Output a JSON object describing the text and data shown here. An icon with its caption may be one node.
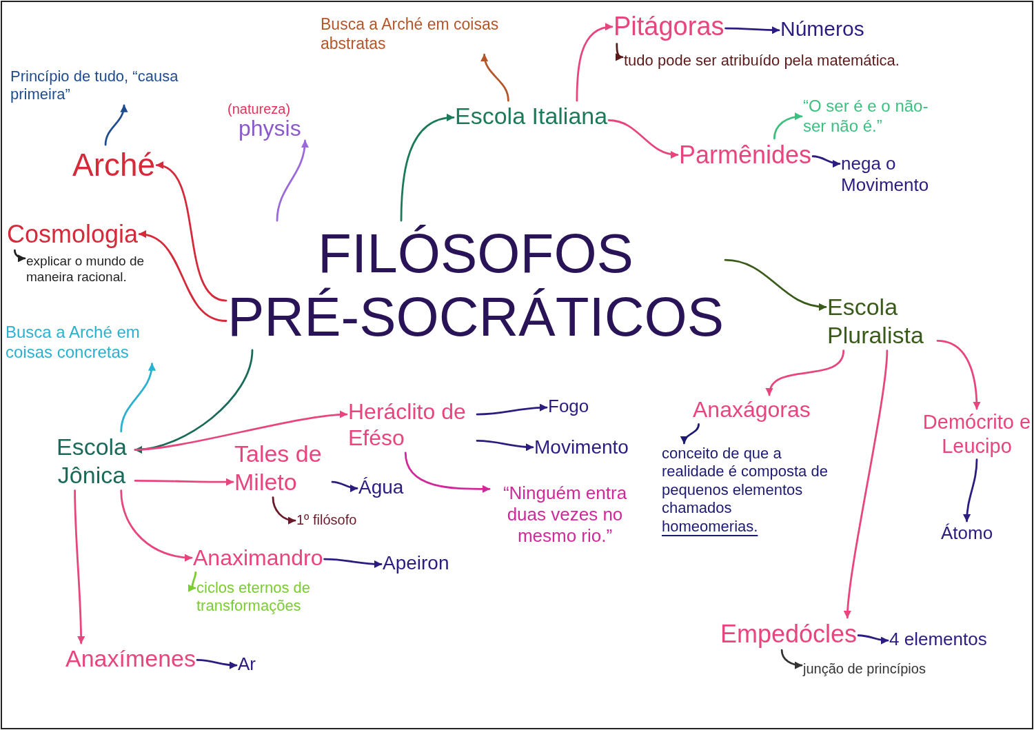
{
  "diagram": {
    "nodes": [
      {
        "text": [
          "FILÓSOFOS PRÉ-SOCRÁTICOS"
        ]
      },
      {
        "text": [
          "Arché"
        ]
      },
      {
        "text": [
          "Princípio de tudo, “causa primeira”"
        ]
      },
      {
        "text": [
          "Cosmologia"
        ]
      },
      {
        "text": [
          "explicar o mundo de maneira racional."
        ]
      },
      {
        "text": [
          "(natureza)",
          "physis"
        ]
      },
      {
        "text": [
          "Escola Italiana"
        ]
      },
      {
        "text": [
          "Busca a Arché em coisas abstratas"
        ]
      },
      {
        "text": [
          "Pitágoras"
        ]
      },
      {
        "text": [
          "Números"
        ]
      },
      {
        "text": [
          "tudo pode ser atribuído pela matemática."
        ]
      },
      {
        "text": [
          "Parmênides"
        ]
      },
      {
        "text": [
          "“O ser é e o não-ser não é.”"
        ]
      },
      {
        "text": [
          "nega o Movimento"
        ]
      },
      {
        "text": [
          "Escola Pluralista"
        ]
      },
      {
        "text": [
          "Anaxágoras"
        ]
      },
      {
        "text": [
          "conceito de que a realidade é composta de pequenos elementos chamados",
          "homeomerias."
        ]
      },
      {
        "text": [
          "Demócrito e Leucipo"
        ]
      },
      {
        "text": [
          "Átomo"
        ]
      },
      {
        "text": [
          "Empedócles"
        ]
      },
      {
        "text": [
          "4 elementos"
        ]
      },
      {
        "text": [
          "junção de princípios"
        ]
      },
      {
        "text": [
          "Escola Jônica"
        ]
      },
      {
        "text": [
          "Busca a Arché em coisas concretas"
        ]
      },
      {
        "text": [
          "Heráclito de Eféso"
        ]
      },
      {
        "text": [
          "Fogo"
        ]
      },
      {
        "text": [
          "Movimento"
        ]
      },
      {
        "text": [
          "“Ninguém entra duas vezes no mesmo rio.”"
        ]
      },
      {
        "text": [
          "Tales de Mileto"
        ]
      },
      {
        "text": [
          "Água"
        ]
      },
      {
        "text": [
          "1º filósofo"
        ]
      },
      {
        "text": [
          "Anaximandro"
        ]
      },
      {
        "text": [
          "Apeiron"
        ]
      },
      {
        "text": [
          "ciclos eternos de transformações"
        ]
      },
      {
        "text": [
          "Anaxímenes"
        ]
      },
      {
        "text": [
          "Ar"
        ]
      }
    ],
    "edges": [
      {
        "from": 0,
        "to": 1,
        "arrow": "to",
        "color": "#d42a3a"
      },
      {
        "from": 0,
        "to": 3,
        "arrow": "to",
        "color": "#d42a3a"
      },
      {
        "from": 0,
        "to": 5,
        "arrow": "to",
        "color": "#9a6ad8"
      },
      {
        "from": 0,
        "to": 6,
        "arrow": "to",
        "color": "#1a7a5a"
      },
      {
        "from": 6,
        "to": 7,
        "arrow": "to",
        "color": "#b5562a"
      },
      {
        "from": 6,
        "to": 8,
        "arrow": "to",
        "color": "#e8457f"
      },
      {
        "from": 6,
        "to": 11,
        "arrow": "to",
        "color": "#e8457f"
      },
      {
        "from": 8,
        "to": 9,
        "arrow": "to",
        "color": "#2c1c80"
      },
      {
        "from": 8,
        "to": 10,
        "arrow": "to",
        "color": "#5a1a1a"
      },
      {
        "from": 11,
        "to": 12,
        "arrow": "to",
        "color": "#3cc080"
      },
      {
        "from": 11,
        "to": 13,
        "arrow": "to",
        "color": "#2c1c80"
      },
      {
        "from": 1,
        "to": 2,
        "arrow": "to",
        "color": "#1f4b8f"
      },
      {
        "from": 3,
        "to": 4,
        "arrow": "to",
        "color": "#222222"
      },
      {
        "from": 0,
        "to": 14,
        "arrow": "to",
        "color": "#3a5a1a"
      },
      {
        "from": 14,
        "to": 15,
        "arrow": "to",
        "color": "#e8457f"
      },
      {
        "from": 14,
        "to": 17,
        "arrow": "to",
        "color": "#e8457f"
      },
      {
        "from": 14,
        "to": 19,
        "arrow": "to",
        "color": "#e8457f"
      },
      {
        "from": 15,
        "to": 16,
        "arrow": "to",
        "color": "#1c1a70"
      },
      {
        "from": 17,
        "to": 18,
        "arrow": "to",
        "color": "#2c1c80"
      },
      {
        "from": 19,
        "to": 20,
        "arrow": "to",
        "color": "#2c1c80"
      },
      {
        "from": 19,
        "to": 21,
        "arrow": "to",
        "color": "#333333"
      },
      {
        "from": 0,
        "to": 22,
        "arrow": "to",
        "color": "#1a6a5a"
      },
      {
        "from": 22,
        "to": 23,
        "arrow": "to",
        "color": "#2ab0d0"
      },
      {
        "from": 22,
        "to": 24,
        "arrow": "to",
        "color": "#e8457f"
      },
      {
        "from": 22,
        "to": 28,
        "arrow": "to",
        "color": "#e8457f"
      },
      {
        "from": 22,
        "to": 31,
        "arrow": "to",
        "color": "#e8457f"
      },
      {
        "from": 22,
        "to": 34,
        "arrow": "to",
        "color": "#e8457f"
      },
      {
        "from": 24,
        "to": 25,
        "arrow": "to",
        "color": "#2c1c80"
      },
      {
        "from": 24,
        "to": 26,
        "arrow": "to",
        "color": "#2c1c80"
      },
      {
        "from": 24,
        "to": 27,
        "arrow": "to",
        "color": "#d02a9a"
      },
      {
        "from": 28,
        "to": 29,
        "arrow": "to",
        "color": "#2c1c80"
      },
      {
        "from": 28,
        "to": 30,
        "arrow": "to",
        "color": "#6a1a2a"
      },
      {
        "from": 31,
        "to": 32,
        "arrow": "to",
        "color": "#2c1c80"
      },
      {
        "from": 31,
        "to": 33,
        "arrow": "to",
        "color": "#7acc30"
      },
      {
        "from": 34,
        "to": 35,
        "arrow": "to",
        "color": "#2c1c80"
      }
    ]
  }
}
